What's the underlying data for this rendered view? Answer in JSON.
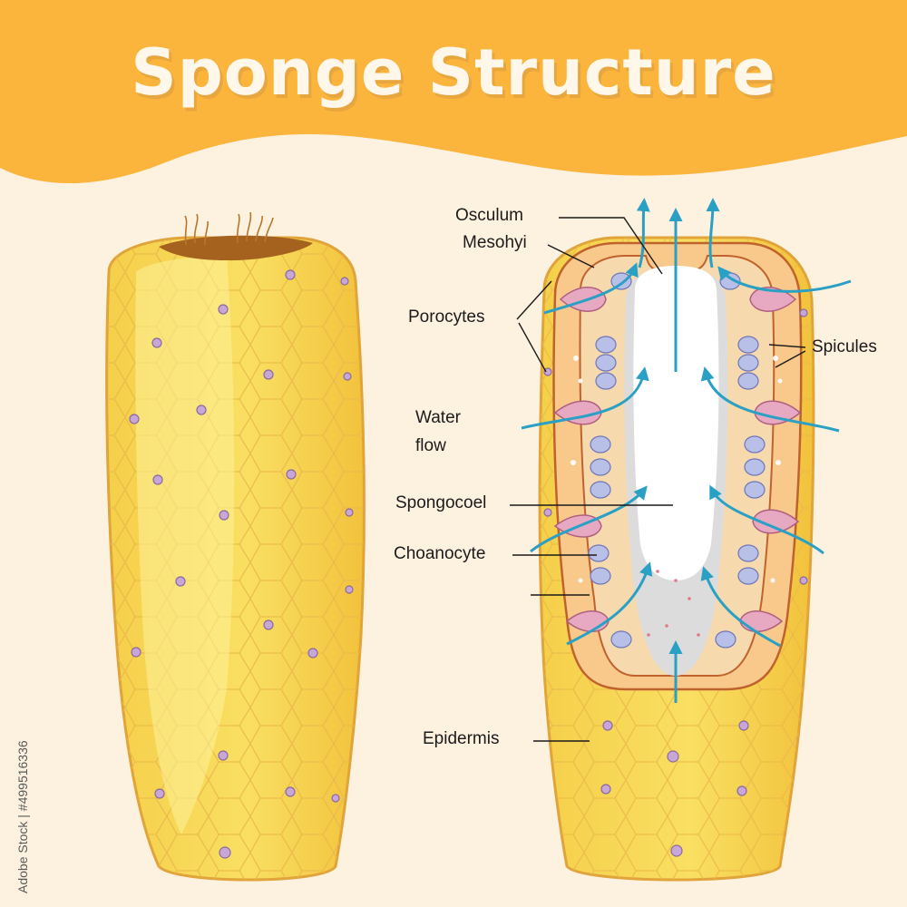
{
  "title": "Sponge Structure",
  "labels": {
    "osculum": "Osculum",
    "mesohyl": "Mesohyi",
    "porocytes": "Porocytes",
    "water_flow_line1": "Water",
    "water_flow_line2": "flow",
    "spongocoel": "Spongocoel",
    "choanocyte": "Choanocyte",
    "spicules": "Spicules",
    "epidermis": "Epidermis"
  },
  "watermark": "Adobe Stock | #499516336",
  "colors": {
    "header": "#fbb43c",
    "background": "#fdf1e0",
    "body_yellow": "#f7d552",
    "body_light": "#fbee7c",
    "outline": "#e0a43a",
    "mesohyl": "#f9c98c",
    "inner_wall": "#c8663a",
    "water": "#2aa0c4"
  }
}
